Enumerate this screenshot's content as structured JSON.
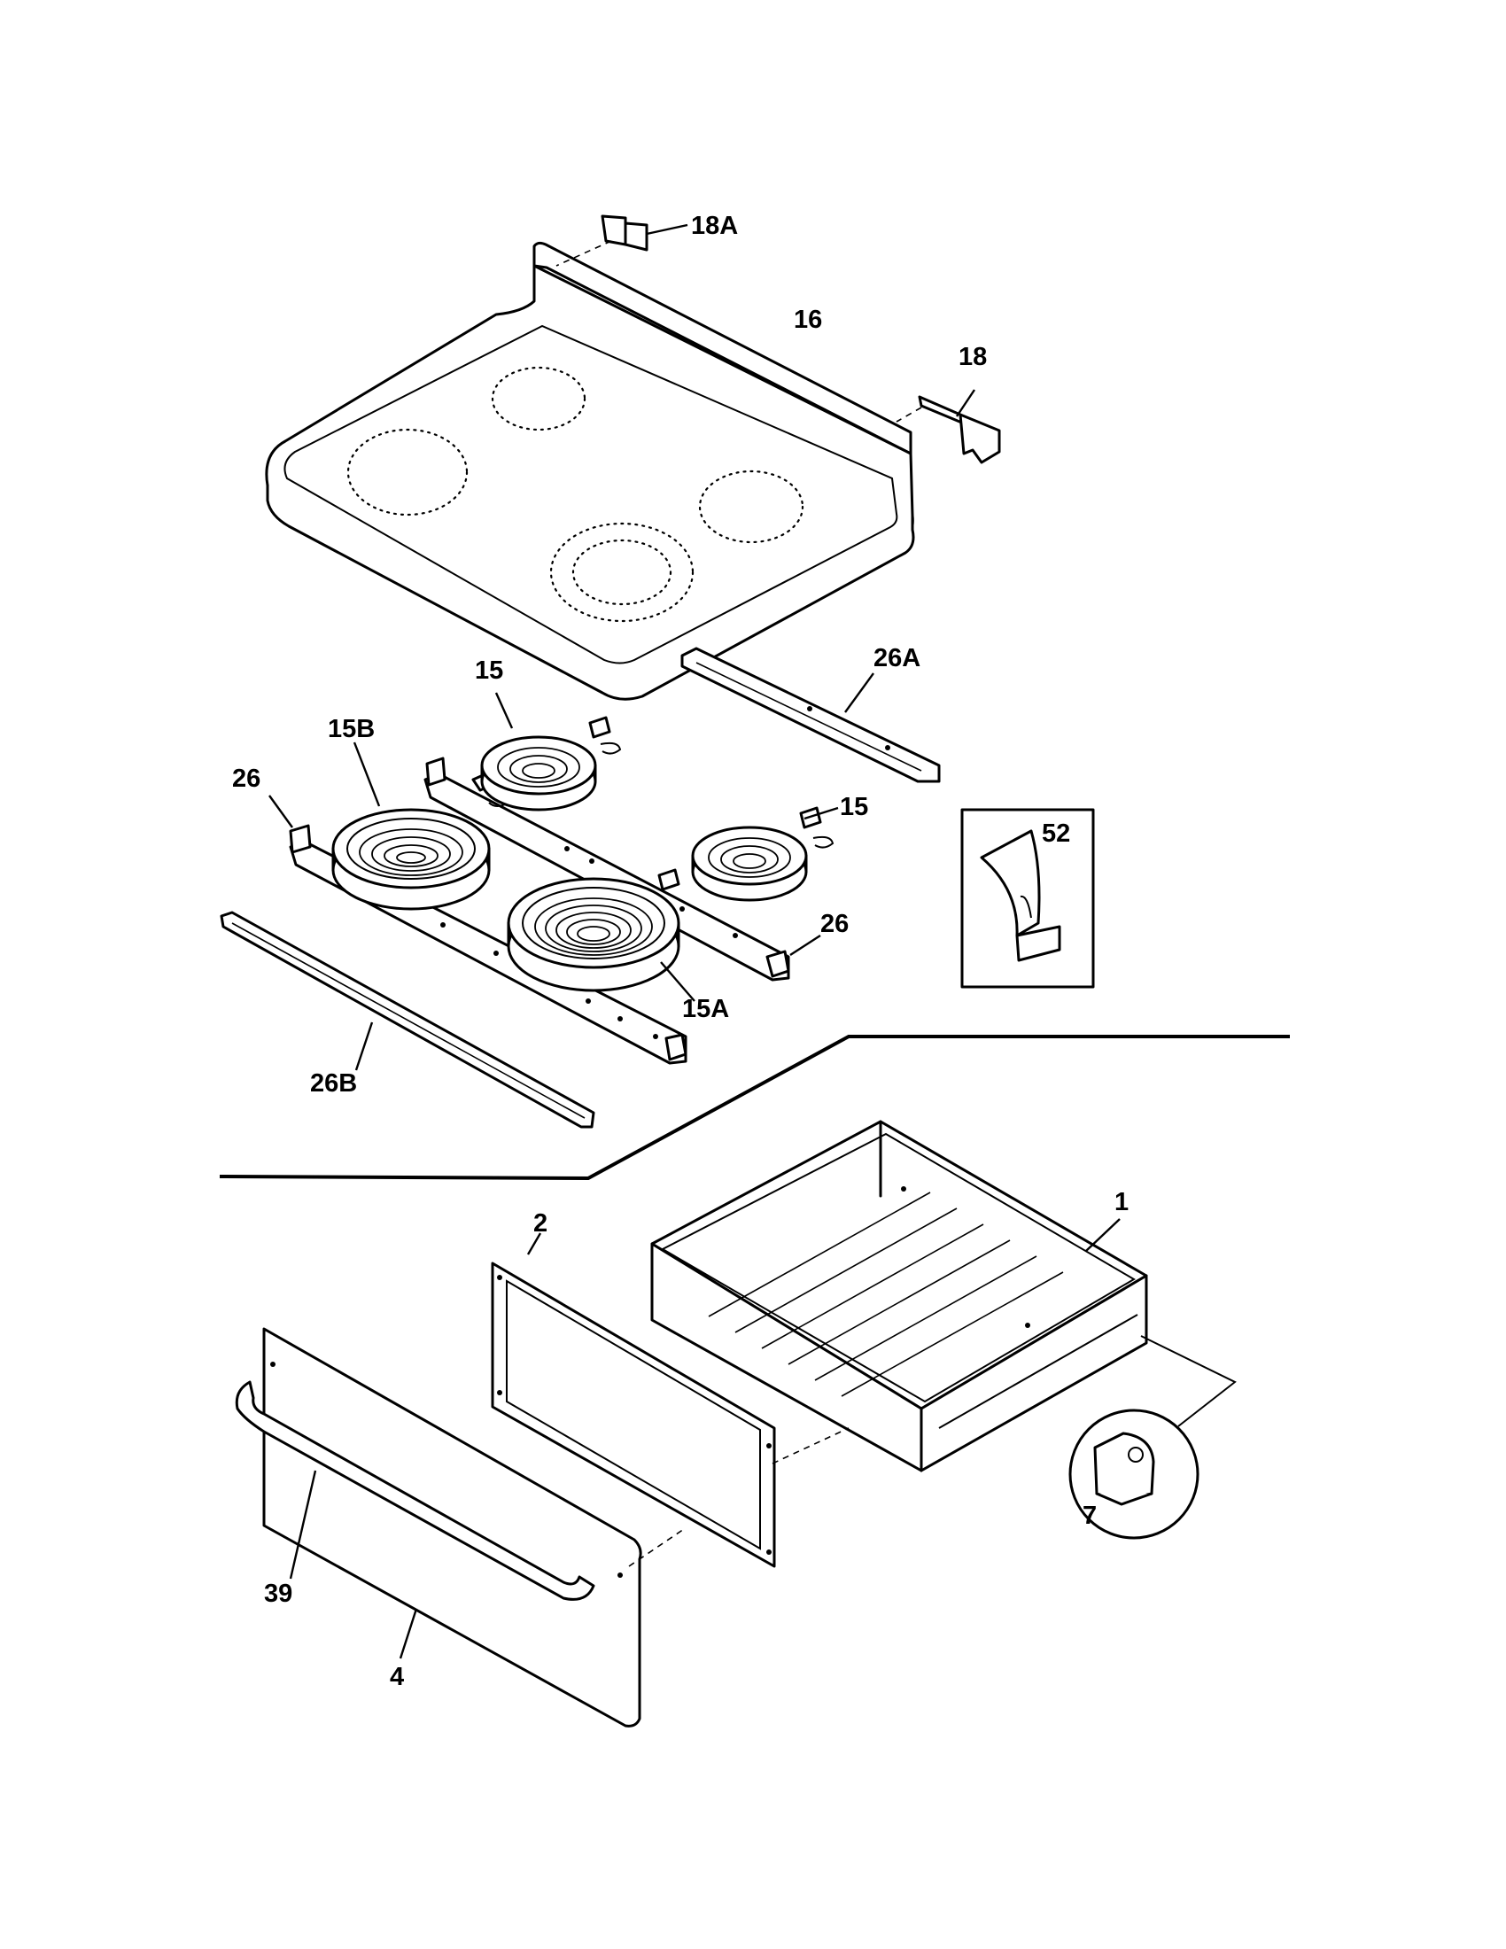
{
  "callouts": {
    "c18A": "18A",
    "c16": "16",
    "c18": "18",
    "c26A": "26A",
    "c15_top": "15",
    "c15B": "15B",
    "c26_left": "26",
    "c15_right": "15",
    "c52": "52",
    "c26_right": "26",
    "c15A": "15A",
    "c26B": "26B",
    "c1": "1",
    "c2": "2",
    "c7": "7",
    "c39": "39",
    "c4": "4"
  }
}
